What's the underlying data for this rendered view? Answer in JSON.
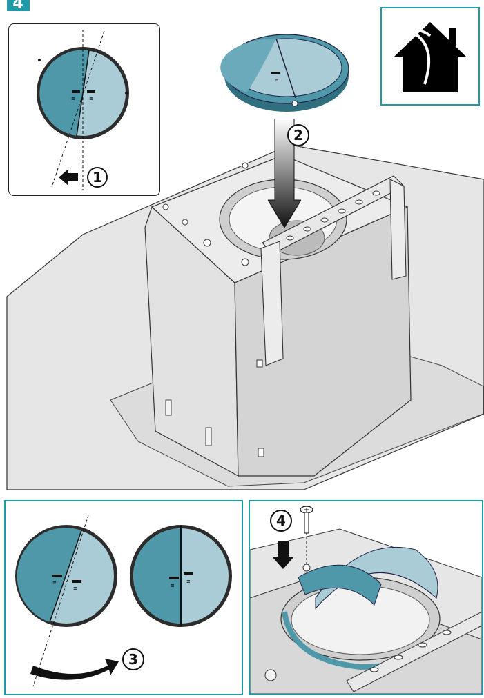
{
  "page": {
    "step_number": "4",
    "accent_color": "#1f9aa8",
    "damper_dark_color": "#4e98aa",
    "damper_light_color": "#a9ccd6",
    "hood_fill_color": "#e6e6e6"
  },
  "callouts": {
    "c1": "1",
    "c2": "2",
    "c3": "3",
    "c4": "4"
  },
  "marks": {
    "m1": "≡",
    "m2": "≡"
  },
  "icons": {
    "outdoor_vent": "house-airflow-icon",
    "left_arrow": "arrow-left-icon",
    "down_arrow": "arrow-down-icon",
    "curved_arrow": "curved-arrow-icon",
    "screw": "screw-icon"
  }
}
